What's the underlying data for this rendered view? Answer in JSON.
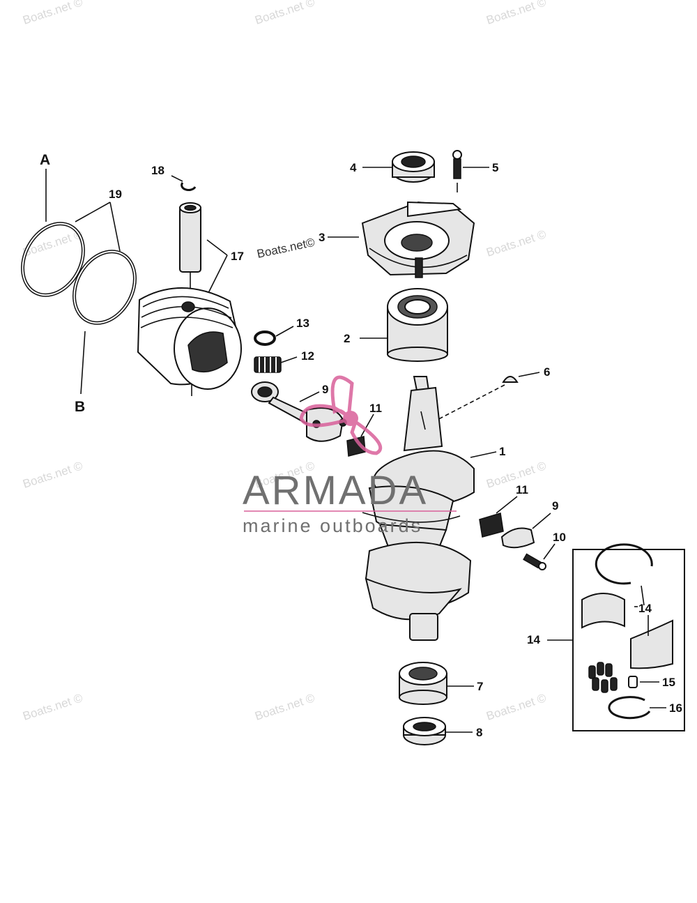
{
  "watermark": "Boats.net ©",
  "watermark_inline": "Boats.net©",
  "logo": {
    "name": "ARMADA",
    "tagline": "marine outboards",
    "color": "#707070",
    "accent": "#d9609a"
  },
  "letters": {
    "a": "A",
    "b": "B"
  },
  "callouts": {
    "c1": "1",
    "c2": "2",
    "c3": "3",
    "c4": "4",
    "c5": "5",
    "c6": "6",
    "c7": "7",
    "c8": "8",
    "c9a": "9",
    "c9b": "9",
    "c10": "10",
    "c11a": "11",
    "c11b": "11",
    "c12": "12",
    "c13": "13",
    "c14a": "14",
    "c14b": "14",
    "c15": "15",
    "c16": "16",
    "c17": "17",
    "c18": "18",
    "c19": "19"
  }
}
